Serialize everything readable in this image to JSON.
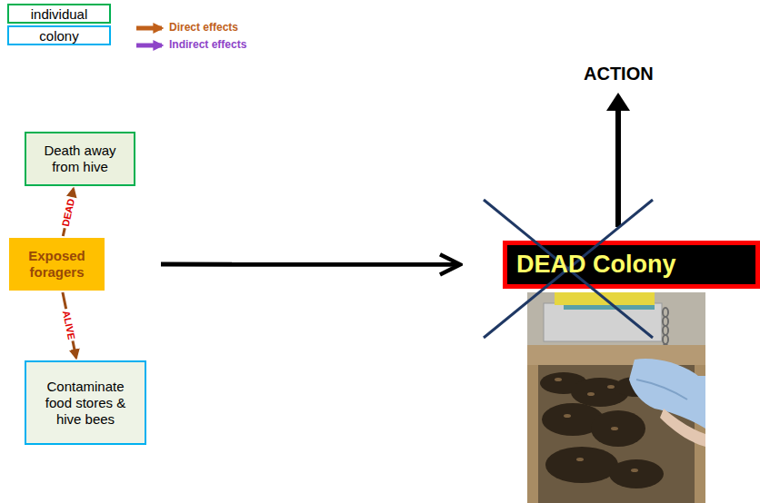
{
  "diagram": {
    "nodes": [
      {
        "text": [
          "Death away from hive"
        ]
      },
      {
        "text": [
          "Exposed foragers"
        ]
      },
      {
        "text": [
          "Contaminate food stores & hive bees"
        ]
      },
      {
        "text": [
          "DEAD Colony"
        ]
      }
    ],
    "edges": [
      {
        "from": 1,
        "to": 0,
        "arrow": "to",
        "label": "DEAD"
      },
      {
        "from": 1,
        "to": 2,
        "arrow": "to",
        "label": "ALIVE"
      },
      {
        "from": 1,
        "to": 3,
        "arrow": "to"
      }
    ],
    "labels": [
      "ACTION"
    ],
    "legend": [
      {
        "text": "individual",
        "color": "#00b050"
      },
      {
        "text": "colony",
        "color": "#00b0f0"
      },
      {
        "text": "Direct effects"
      },
      {
        "text": "Indirect effects"
      }
    ]
  }
}
